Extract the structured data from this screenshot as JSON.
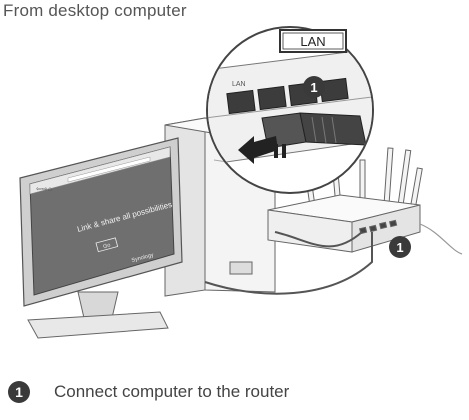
{
  "heading": "From desktop computer",
  "callout": {
    "port_label": "LAN",
    "small_port_label": "LAN",
    "badge_number": "1"
  },
  "router": {
    "badge_number": "1"
  },
  "monitor_screen": {
    "tagline": "Link & share all possibilities",
    "button_label": "Go",
    "brand": "Synology"
  },
  "step": {
    "number": "1",
    "text": "Connect computer to the router"
  }
}
